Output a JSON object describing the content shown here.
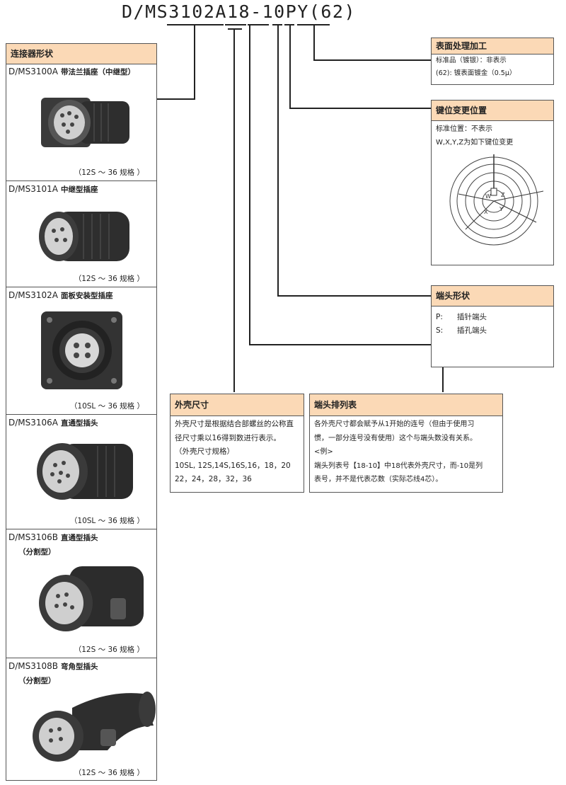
{
  "part_number": "D/MS3102A18-10PY(62)",
  "left_panel": {
    "header": "连接器形状",
    "items": [
      {
        "code": "D/MS3100A",
        "desc": "带法兰插座（中继型）",
        "sub": "",
        "spec": "（12S ～ 36  规格  ）"
      },
      {
        "code": "D/MS3101A",
        "desc": "中继型插座",
        "sub": "",
        "spec": "（12S ～ 36  规格  ）"
      },
      {
        "code": "D/MS3102A",
        "desc": "面板安装型插座",
        "sub": "",
        "spec": "（10SL ～ 36  规格  ）"
      },
      {
        "code": "D/MS3106A",
        "desc": "直通型插头",
        "sub": "",
        "spec": "（10SL ～ 36  规格  ）"
      },
      {
        "code": "D/MS3106B",
        "desc": "直通型插头",
        "sub": "（分割型）",
        "spec": "（12S ～ 36  规格  ）"
      },
      {
        "code": "D/MS3108B",
        "desc": "弯角型插头",
        "sub": "（分割型）",
        "spec": "（12S ～ 36  规格  ）"
      }
    ]
  },
  "surface": {
    "header": "表面处理加工",
    "lines": [
      "标准品（镀银）：非表示",
      "(62): 镀表面镀金（0.5μ）"
    ]
  },
  "key": {
    "header": "键位变更位置",
    "lines": [
      "标准位置：不表示",
      "W,X,Y,Z为如下键位变更"
    ],
    "diagram_labels": [
      "W",
      "X",
      "Y",
      "Z"
    ]
  },
  "terminal": {
    "header": "端头形状",
    "rows": [
      {
        "code": "P:",
        "text": "插针端头"
      },
      {
        "code": "S:",
        "text": "插孔端头"
      }
    ]
  },
  "shell": {
    "header": "外壳尺寸",
    "lines": [
      "外壳尺寸是根据结合部螺丝的公称直",
      "径尺寸乘以16得到数进行表示。",
      "（外壳尺寸规格）",
      "10SL, 12S,14S,16S,16，18，20",
      "22，24，28，32，36"
    ]
  },
  "arrangement": {
    "header": "端头排列表",
    "lines": [
      "各外壳尺寸都会赋予从1开始的连号（但由于使用习",
      "惯，一部分连号没有使用）这个与端头数没有关系。",
      "<例>",
      "端头列表号【18-10】中18代表外壳尺寸，而-10是列",
      "表号，并不是代表芯数（实际芯线4芯）。"
    ]
  }
}
